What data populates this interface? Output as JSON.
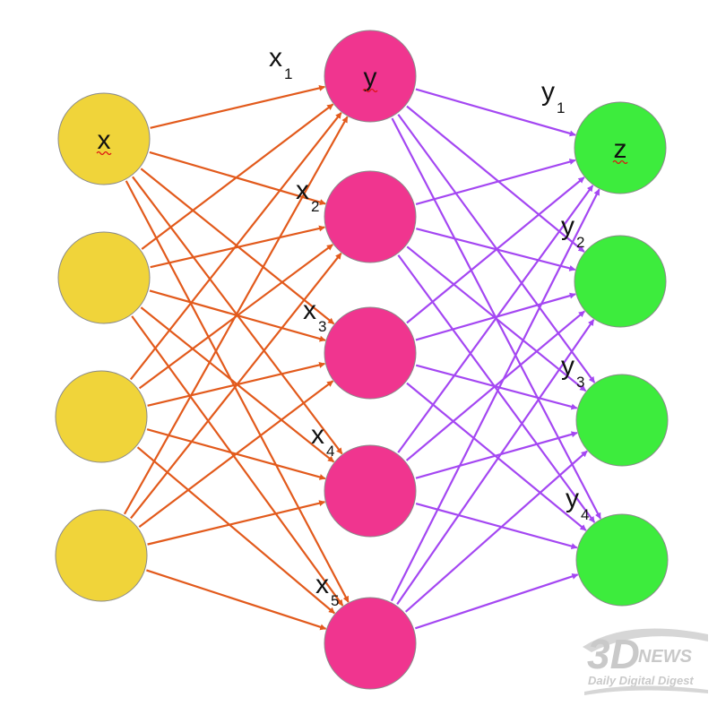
{
  "colors": {
    "input_node": "#f0d43a",
    "hidden_node": "#f0358f",
    "output_node": "#3dec3d",
    "input_edges": "#e25a1c",
    "hidden_edges": "#a447f2",
    "node_stroke": "#8a8a8a",
    "watermark": "#c9c9c9"
  },
  "layers": {
    "input": {
      "node_labels": [
        "x",
        "",
        "",
        ""
      ]
    },
    "hidden": {
      "node_labels": [
        "y",
        "",
        "",
        "",
        ""
      ]
    },
    "output": {
      "node_labels": [
        "z",
        "",
        "",
        ""
      ]
    }
  },
  "annotations": {
    "x_inputs": [
      {
        "base": "x",
        "sub": "1"
      },
      {
        "base": "x",
        "sub": "2"
      },
      {
        "base": "x",
        "sub": "3"
      },
      {
        "base": "x",
        "sub": "4"
      },
      {
        "base": "x",
        "sub": "5"
      }
    ],
    "y_inputs": [
      {
        "base": "y",
        "sub": "1"
      },
      {
        "base": "y",
        "sub": "2"
      },
      {
        "base": "y",
        "sub": "3"
      },
      {
        "base": "y",
        "sub": "4"
      }
    ]
  },
  "watermark": {
    "logo": "3D",
    "logo_suffix": "NEWS",
    "tagline": "Daily Digital Digest"
  }
}
